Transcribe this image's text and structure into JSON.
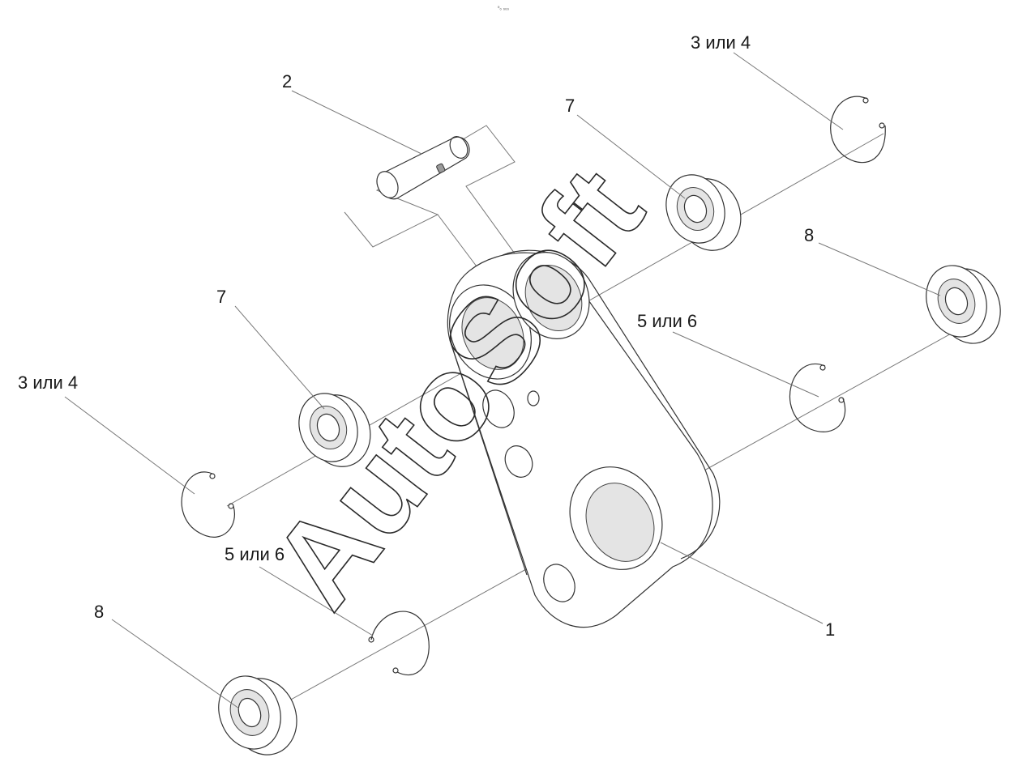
{
  "header": {
    "code": "⁰₀ ₀₀₀"
  },
  "watermark": {
    "text": "AutoSoft"
  },
  "callouts": {
    "part1": "1",
    "part2": "2",
    "ring_top_right": "3 или 4",
    "ring_left": "3 или 4",
    "bearing7_top": "7",
    "bearing7_left": "7",
    "bearing8_right": "8",
    "bearing8_bottom": "8",
    "ring56_right": "5 или 6",
    "ring56_bottom": "5 или 6"
  },
  "colors": {
    "line": "#333333",
    "leader": "#777777",
    "shade": "#e4e4e4"
  }
}
